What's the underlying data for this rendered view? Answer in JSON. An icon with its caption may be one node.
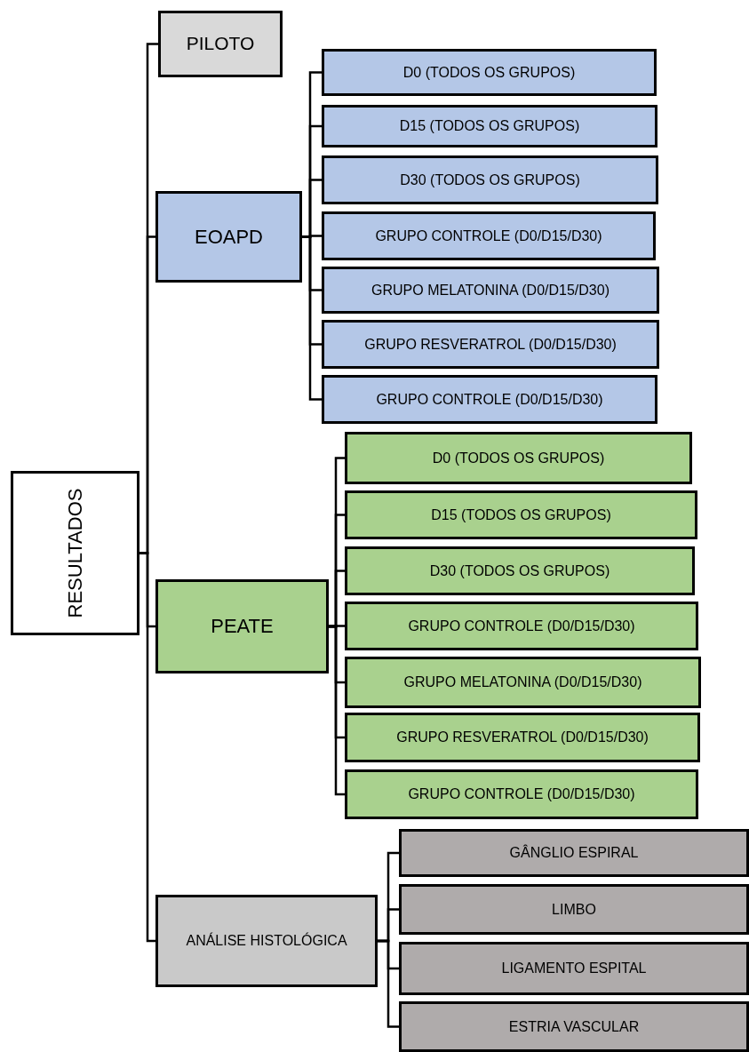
{
  "diagram": {
    "nodes": [
      {
        "text": [
          "RESULTADOS"
        ]
      },
      {
        "text": [
          "PILOTO"
        ]
      },
      {
        "text": [
          "EOAPD"
        ]
      },
      {
        "text": [
          "D0 (TODOS OS GRUPOS)"
        ]
      },
      {
        "text": [
          "D15 (TODOS OS GRUPOS)"
        ]
      },
      {
        "text": [
          "D30 (TODOS OS GRUPOS)"
        ]
      },
      {
        "text": [
          "GRUPO CONTROLE (D0/D15/D30)"
        ]
      },
      {
        "text": [
          "GRUPO MELATONINA (D0/D15/D30)"
        ]
      },
      {
        "text": [
          "GRUPO RESVERATROL (D0/D15/D30)"
        ]
      },
      {
        "text": [
          "GRUPO CONTROLE (D0/D15/D30)"
        ]
      },
      {
        "text": [
          "PEATE"
        ]
      },
      {
        "text": [
          "D0 (TODOS OS GRUPOS)"
        ]
      },
      {
        "text": [
          "D15 (TODOS OS GRUPOS)"
        ]
      },
      {
        "text": [
          "D30 (TODOS OS GRUPOS)"
        ]
      },
      {
        "text": [
          "GRUPO CONTROLE (D0/D15/D30)"
        ]
      },
      {
        "text": [
          "GRUPO MELATONINA (D0/D15/D30)"
        ]
      },
      {
        "text": [
          "GRUPO RESVERATROL (D0/D15/D30)"
        ]
      },
      {
        "text": [
          "GRUPO CONTROLE (D0/D15/D30)"
        ]
      },
      {
        "text": [
          "ANÁLISE HISTOLÓGICA"
        ]
      },
      {
        "text": [
          "GÂNGLIO ESPIRAL"
        ]
      },
      {
        "text": [
          "LIMBO"
        ]
      },
      {
        "text": [
          "LIGAMENTO ESPITAL"
        ]
      },
      {
        "text": [
          "ESTRIA VASCULAR"
        ]
      }
    ],
    "edges": [
      {
        "from": 0,
        "to": 1,
        "arrow": "none"
      },
      {
        "from": 0,
        "to": 2,
        "arrow": "none"
      },
      {
        "from": 0,
        "to": 10,
        "arrow": "none"
      },
      {
        "from": 0,
        "to": 18,
        "arrow": "none"
      },
      {
        "from": 2,
        "to": 3,
        "arrow": "none"
      },
      {
        "from": 2,
        "to": 4,
        "arrow": "none"
      },
      {
        "from": 2,
        "to": 5,
        "arrow": "none"
      },
      {
        "from": 2,
        "to": 6,
        "arrow": "none"
      },
      {
        "from": 2,
        "to": 7,
        "arrow": "none"
      },
      {
        "from": 2,
        "to": 8,
        "arrow": "none"
      },
      {
        "from": 2,
        "to": 9,
        "arrow": "none"
      },
      {
        "from": 10,
        "to": 11,
        "arrow": "none"
      },
      {
        "from": 10,
        "to": 12,
        "arrow": "none"
      },
      {
        "from": 10,
        "to": 13,
        "arrow": "none"
      },
      {
        "from": 10,
        "to": 14,
        "arrow": "none"
      },
      {
        "from": 10,
        "to": 15,
        "arrow": "none"
      },
      {
        "from": 10,
        "to": 16,
        "arrow": "none"
      },
      {
        "from": 10,
        "to": 17,
        "arrow": "none"
      },
      {
        "from": 18,
        "to": 19,
        "arrow": "none"
      },
      {
        "from": 18,
        "to": 20,
        "arrow": "none"
      },
      {
        "from": 18,
        "to": 21,
        "arrow": "none"
      },
      {
        "from": 18,
        "to": 22,
        "arrow": "none"
      }
    ]
  }
}
